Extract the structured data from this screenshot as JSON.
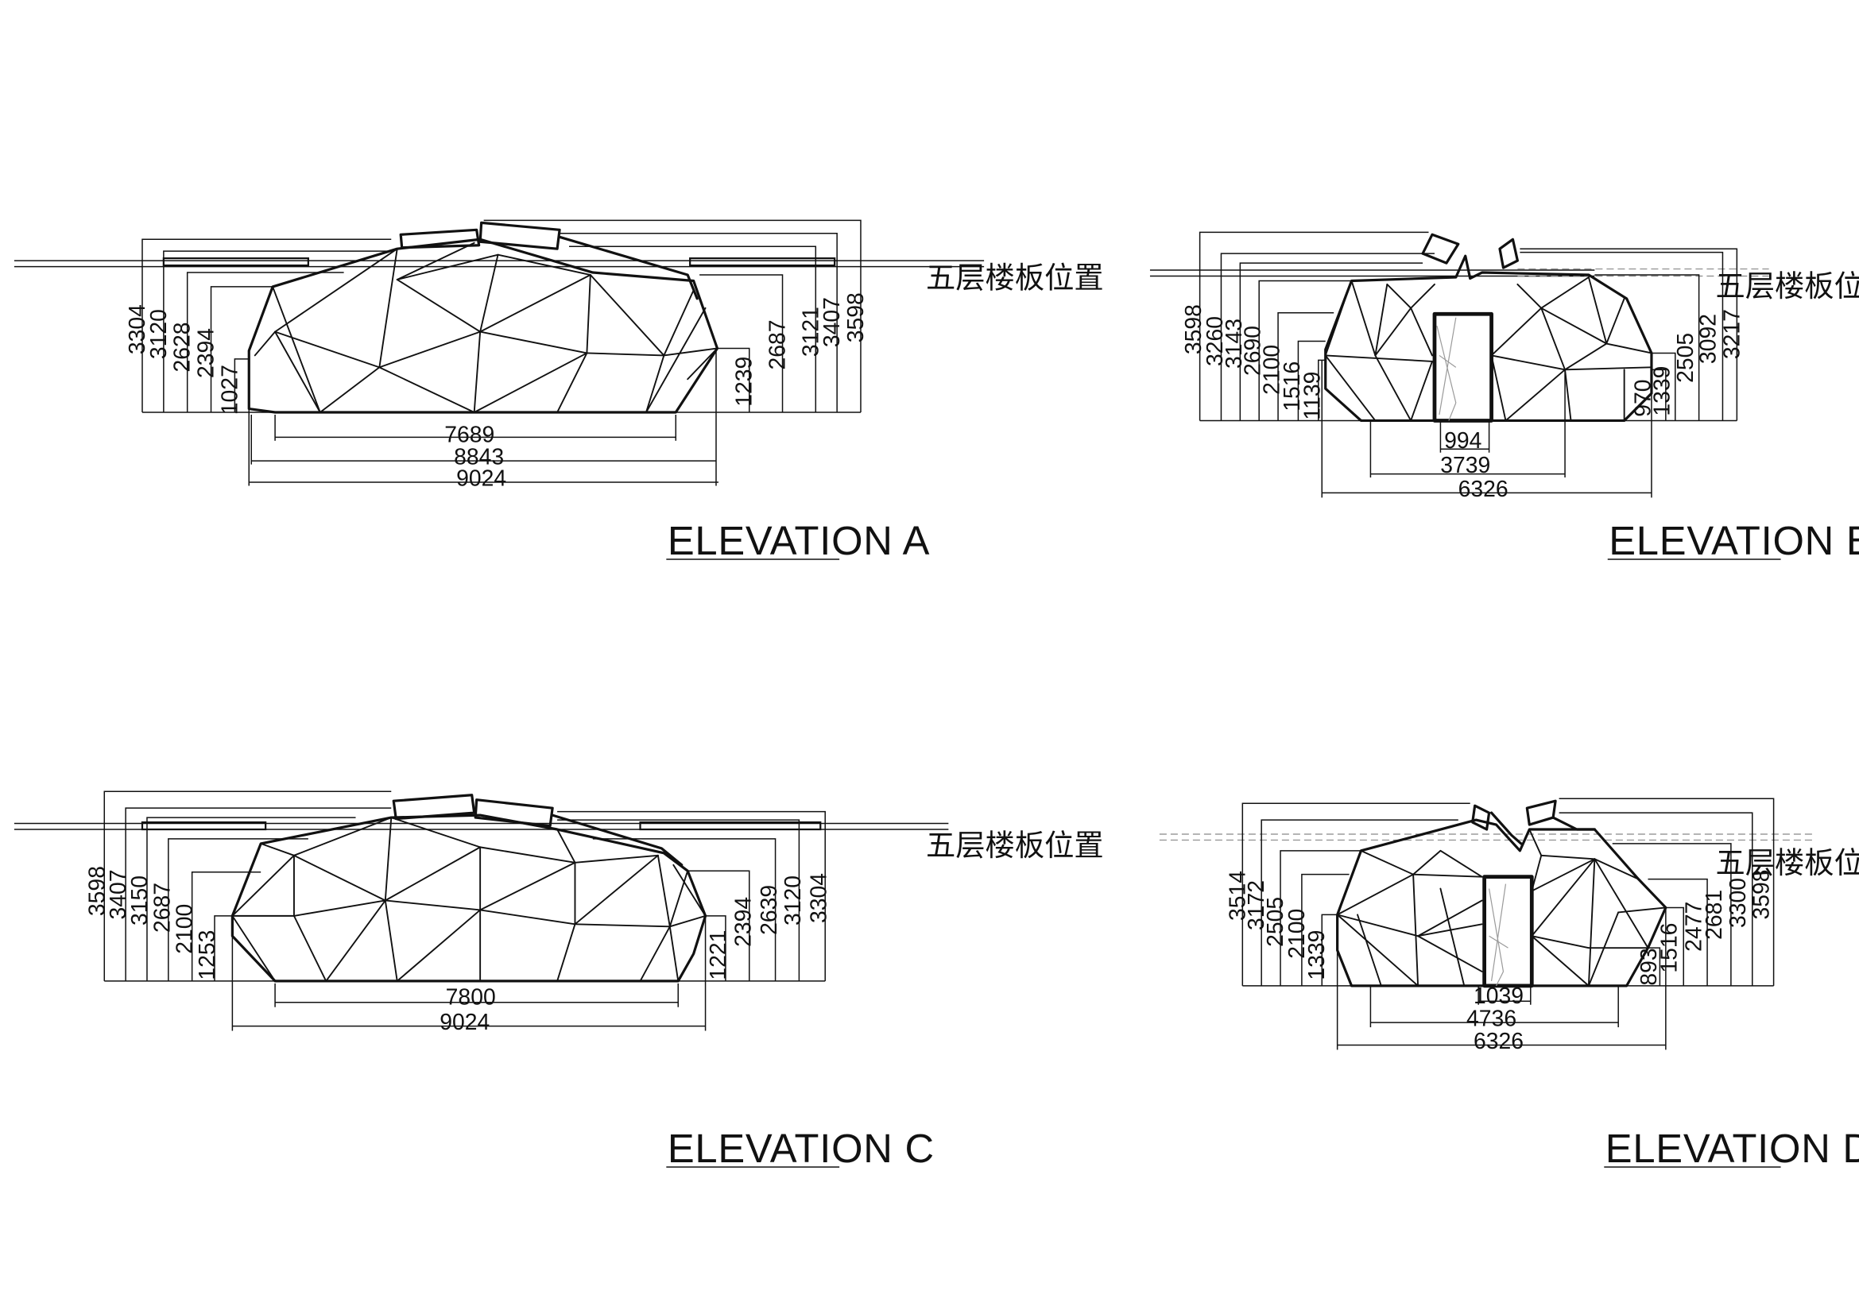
{
  "floor_level_label": "五层楼板位置",
  "elevations": [
    {
      "title": "ELEVATION A",
      "left_dims": [
        "3304",
        "3120",
        "2628",
        "2394",
        "1027"
      ],
      "right_dims": [
        "1239",
        "2687",
        "3121",
        "3407",
        "3598"
      ],
      "bottom_dims": [
        "7689",
        "8843",
        "9024"
      ]
    },
    {
      "title": "ELEVATION B",
      "left_dims": [
        "3598",
        "3260",
        "3143",
        "2690",
        "2100",
        "1516",
        "1139"
      ],
      "right_dims": [
        "970",
        "1339",
        "2505",
        "3092",
        "3217"
      ],
      "bottom_dims": [
        "994",
        "3739",
        "6326"
      ]
    },
    {
      "title": "ELEVATION C",
      "left_dims": [
        "3598",
        "3407",
        "3150",
        "2687",
        "2100",
        "1253"
      ],
      "right_dims": [
        "1221",
        "2394",
        "2639",
        "3120",
        "3304"
      ],
      "bottom_dims": [
        "7800",
        "9024"
      ]
    },
    {
      "title": "ELEVATION D",
      "left_dims": [
        "3514",
        "3172",
        "2505",
        "2100",
        "1339"
      ],
      "right_dims": [
        "893",
        "1516",
        "2477",
        "2681",
        "3300",
        "3598"
      ],
      "bottom_dims": [
        "1039",
        "4736",
        "6326"
      ]
    }
  ]
}
